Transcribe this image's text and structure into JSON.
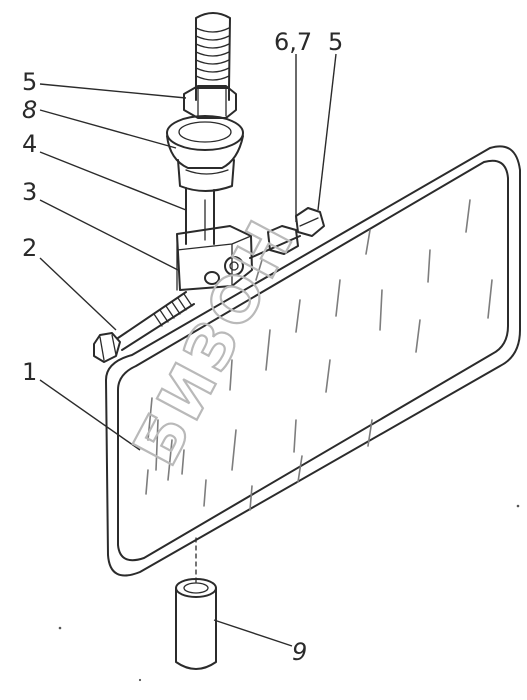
{
  "figure": {
    "callouts": [
      {
        "id": "c5-top",
        "text": "5"
      },
      {
        "id": "c8",
        "text": "8"
      },
      {
        "id": "c4",
        "text": "4"
      },
      {
        "id": "c3",
        "text": "3"
      },
      {
        "id": "c2",
        "text": "2"
      },
      {
        "id": "c1",
        "text": "1"
      },
      {
        "id": "c67",
        "text": "6,7"
      },
      {
        "id": "c5-right",
        "text": "5"
      },
      {
        "id": "c9",
        "text": "9"
      }
    ],
    "watermark": "БИЗОН",
    "ink_color": "#2b2b2b",
    "watermark_color": "#b9b9b9"
  }
}
